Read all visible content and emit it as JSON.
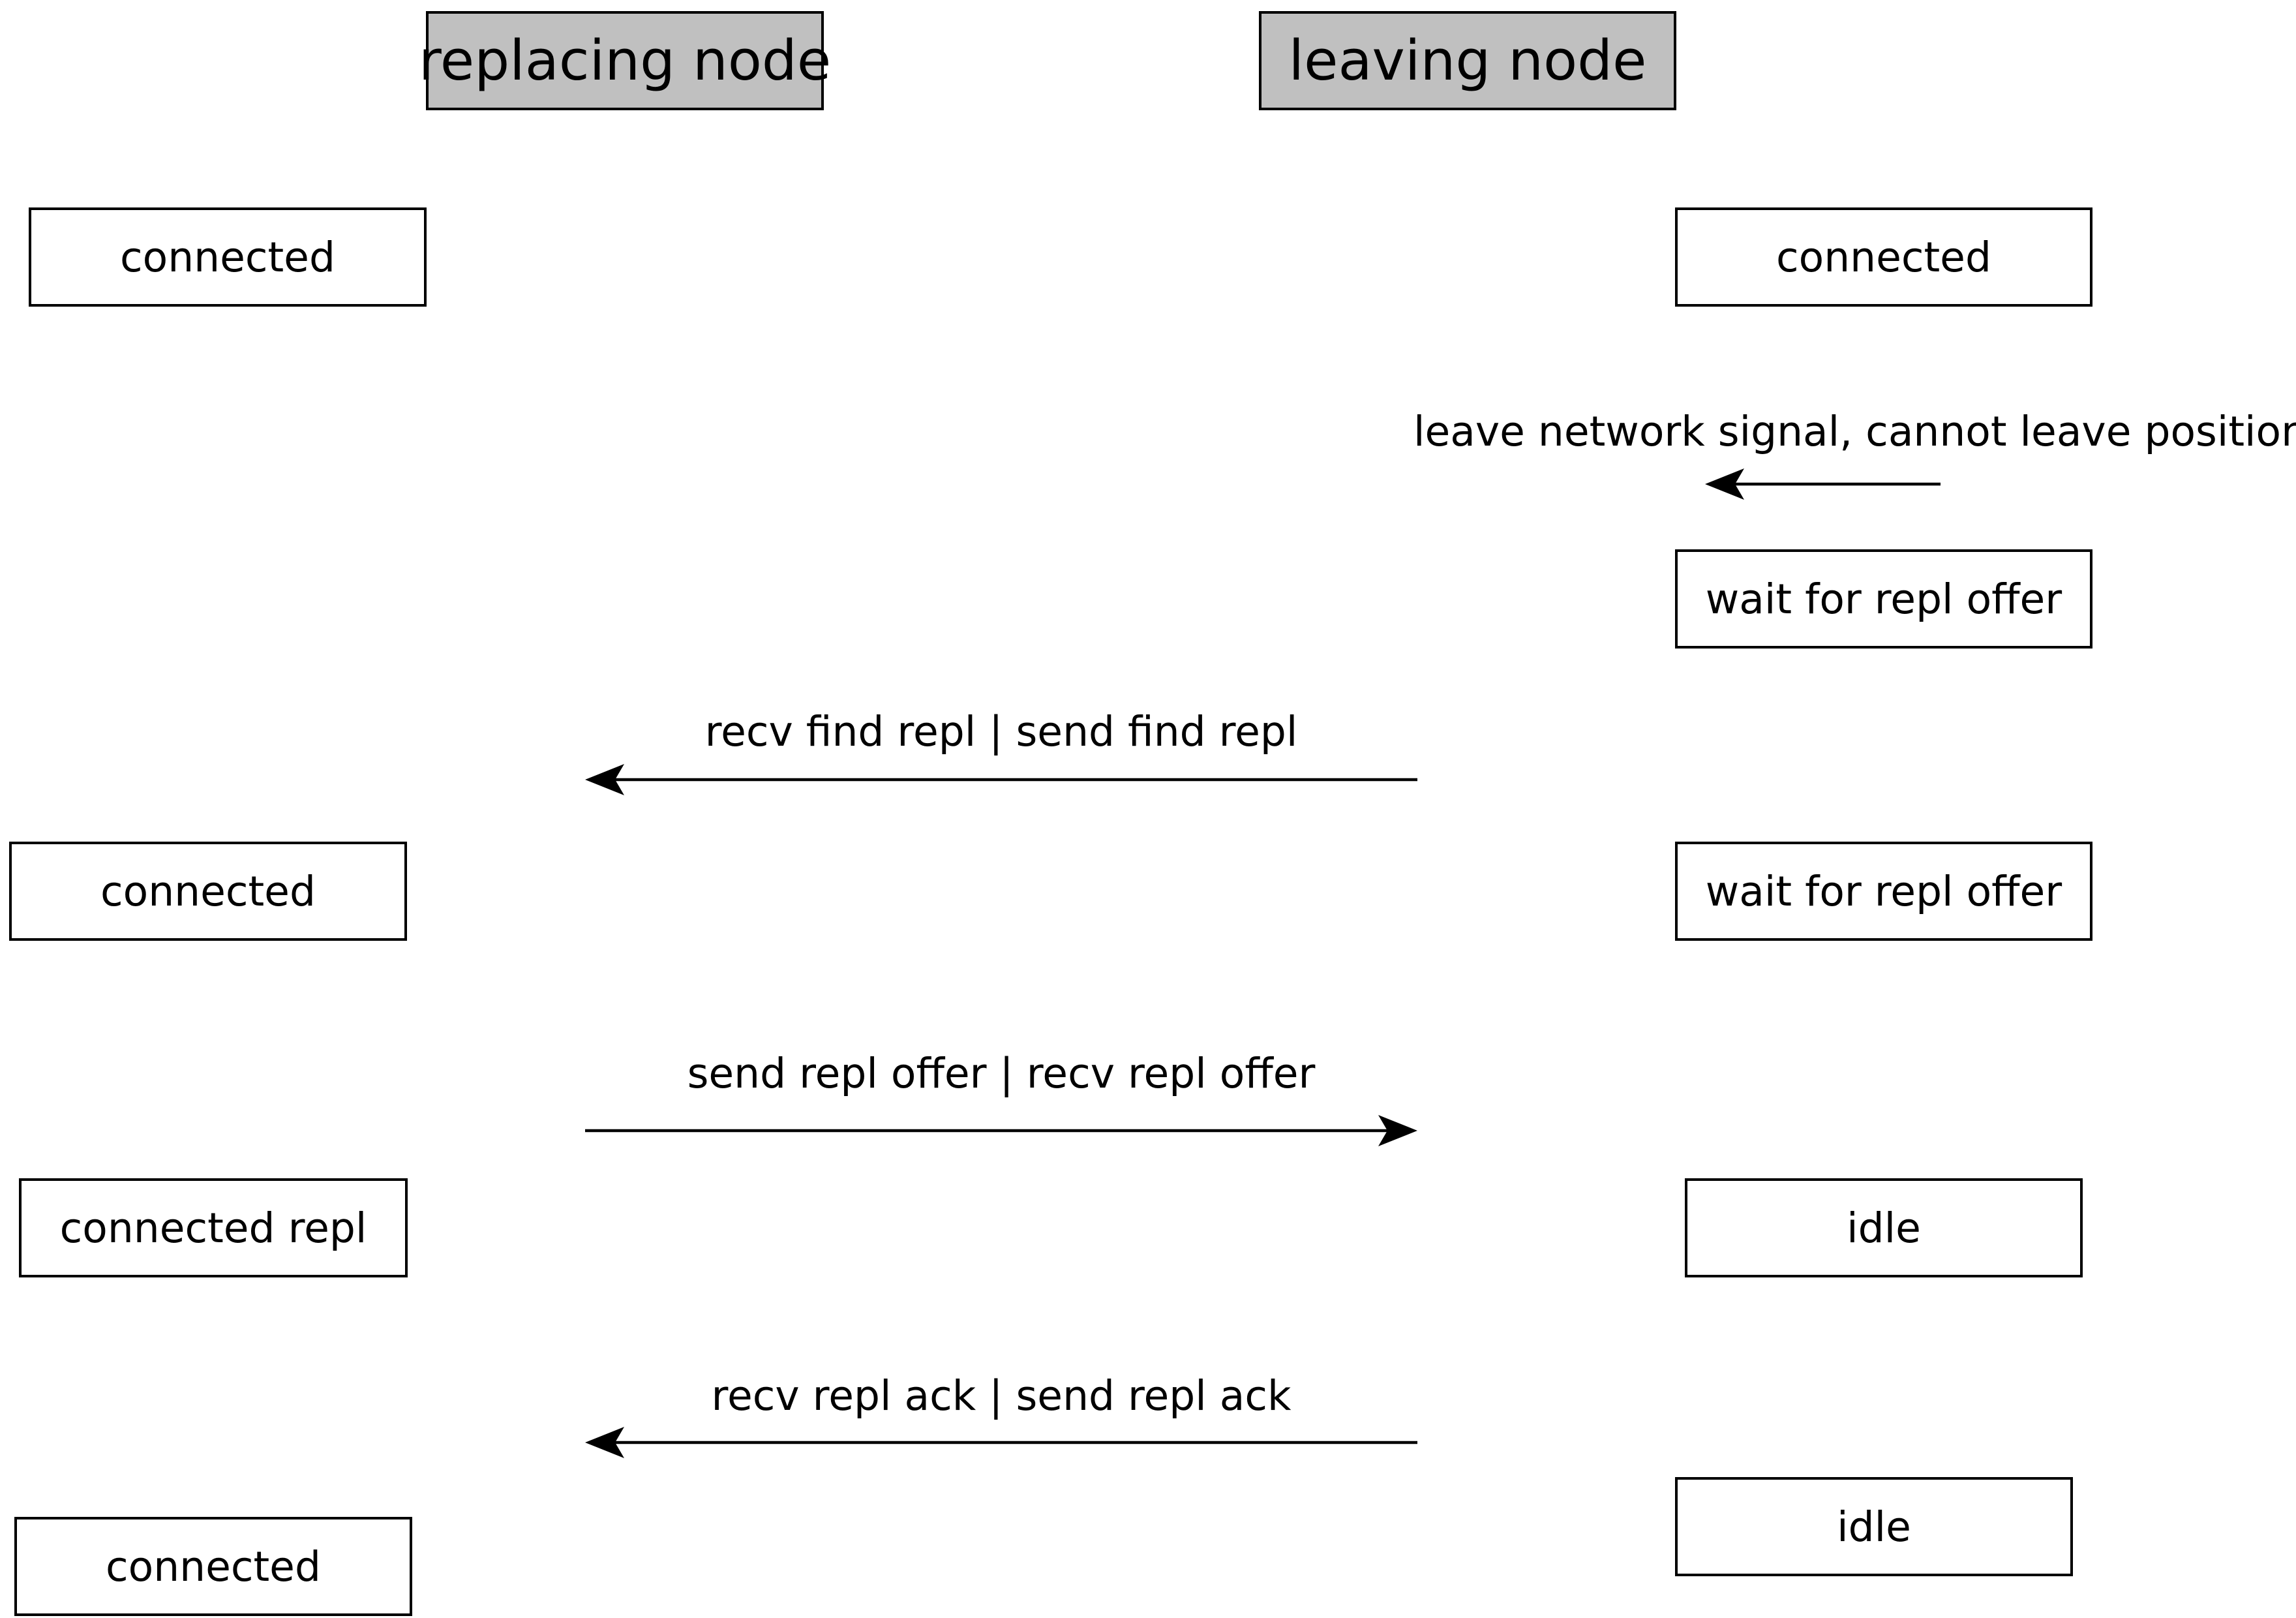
{
  "headers": {
    "left": "replacing node",
    "right": "leaving node"
  },
  "left_states": [
    "connected",
    "connected",
    "connected repl",
    "connected"
  ],
  "right_states": [
    "connected",
    "wait for repl offer",
    "wait for repl offer",
    "idle",
    "idle"
  ],
  "messages": [
    {
      "label": "leave network signal, cannot leave position",
      "direction": "left"
    },
    {
      "label": "recv find repl | send find repl",
      "direction": "left"
    },
    {
      "label": "send repl offer | recv repl offer",
      "direction": "right"
    },
    {
      "label": "recv repl ack | send repl ack",
      "direction": "left"
    }
  ]
}
